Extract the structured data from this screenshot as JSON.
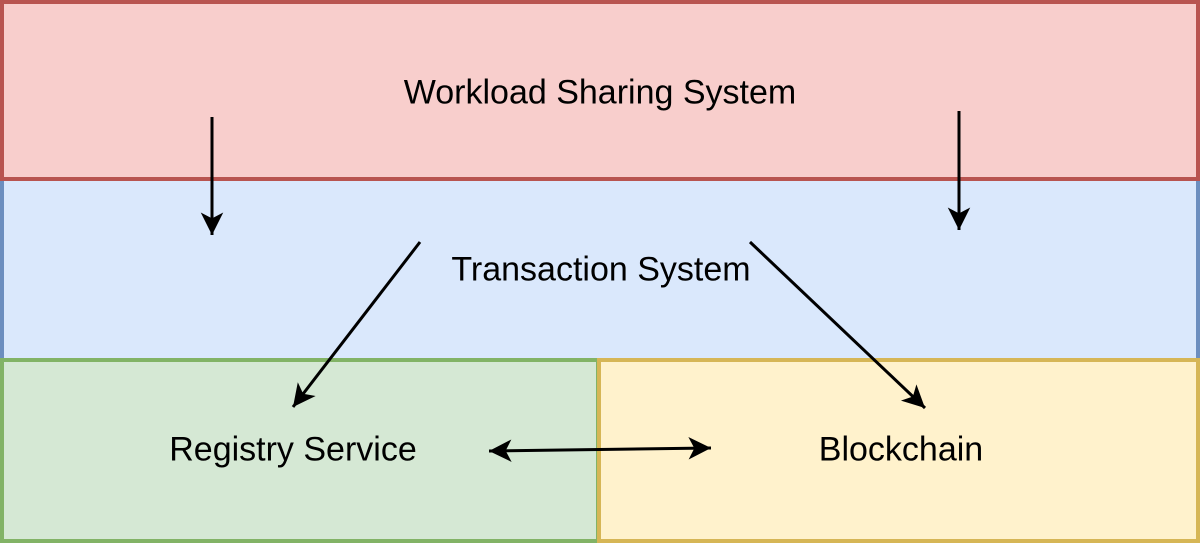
{
  "diagram": {
    "type": "layered-architecture",
    "arrow_color": "#000000",
    "text_color": "#000000",
    "boxes": [
      {
        "id": "workload",
        "label": "Workload Sharing System",
        "fill": "#f8cecc",
        "border": "#b85450",
        "layer": "top band, full width"
      },
      {
        "id": "transaction",
        "label": "Transaction System",
        "fill": "#dae8fc",
        "border": "#6c8ebf",
        "layer": "middle band, full width"
      },
      {
        "id": "registry",
        "label": "Registry Service",
        "fill": "#d5e8d4",
        "border": "#82b366",
        "layer": "bottom band, left half"
      },
      {
        "id": "blockchain",
        "label": "Blockchain",
        "fill": "#fff2cc",
        "border": "#d6b656",
        "layer": "bottom band, right half"
      }
    ],
    "connections": [
      {
        "from": "workload",
        "to": "transaction",
        "style": "vertical arrow, left side",
        "direction": "one-way down"
      },
      {
        "from": "workload",
        "to": "transaction",
        "style": "vertical arrow, right side",
        "direction": "one-way down"
      },
      {
        "from": "transaction",
        "to": "registry",
        "style": "diagonal arrow, down-left",
        "direction": "one-way"
      },
      {
        "from": "transaction",
        "to": "blockchain",
        "style": "diagonal arrow, down-right",
        "direction": "one-way"
      },
      {
        "from": "registry",
        "to": "blockchain",
        "style": "horizontal arrow",
        "direction": "two-way"
      }
    ]
  }
}
